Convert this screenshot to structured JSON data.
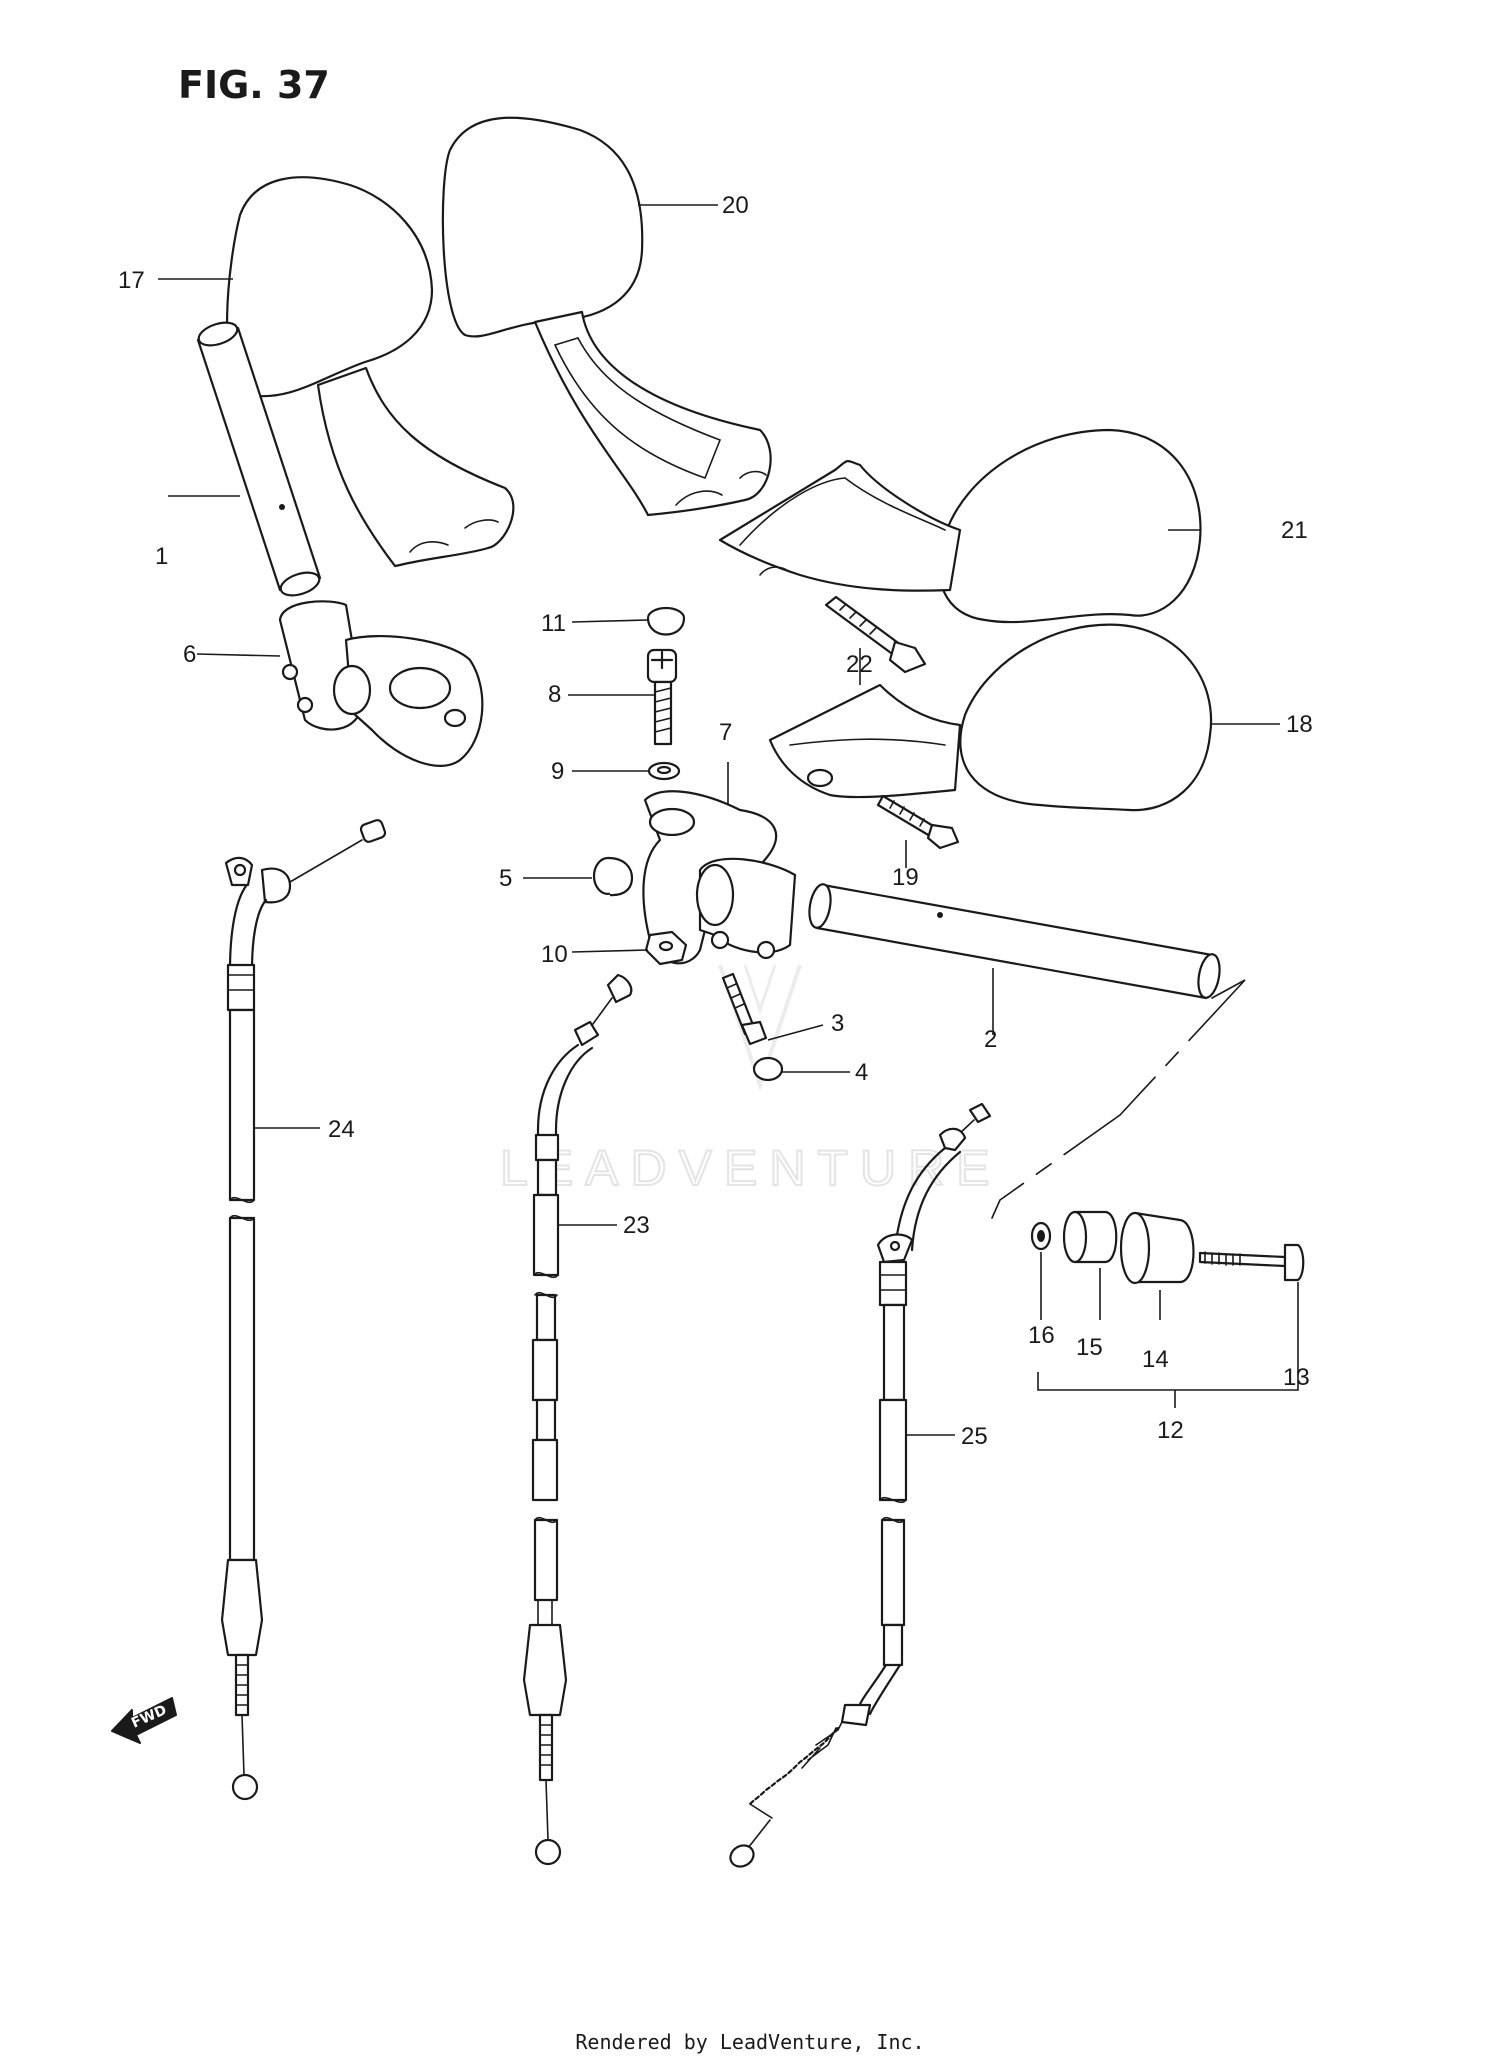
{
  "figure": {
    "title": "FIG. 37"
  },
  "watermark": {
    "text": "LEADVENTURE"
  },
  "fwd_marker": {
    "label": "FWD"
  },
  "callouts": [
    "1",
    "2",
    "3",
    "4",
    "5",
    "6",
    "7",
    "8",
    "9",
    "10",
    "11",
    "12",
    "13",
    "14",
    "15",
    "16",
    "17",
    "18",
    "19",
    "20",
    "21",
    "22",
    "23",
    "24",
    "25"
  ],
  "footer": {
    "text": "Rendered by LeadVenture, Inc."
  },
  "colors": {
    "line": "#1a1a1a",
    "background": "#ffffff",
    "watermark": "#e4e4e4"
  }
}
